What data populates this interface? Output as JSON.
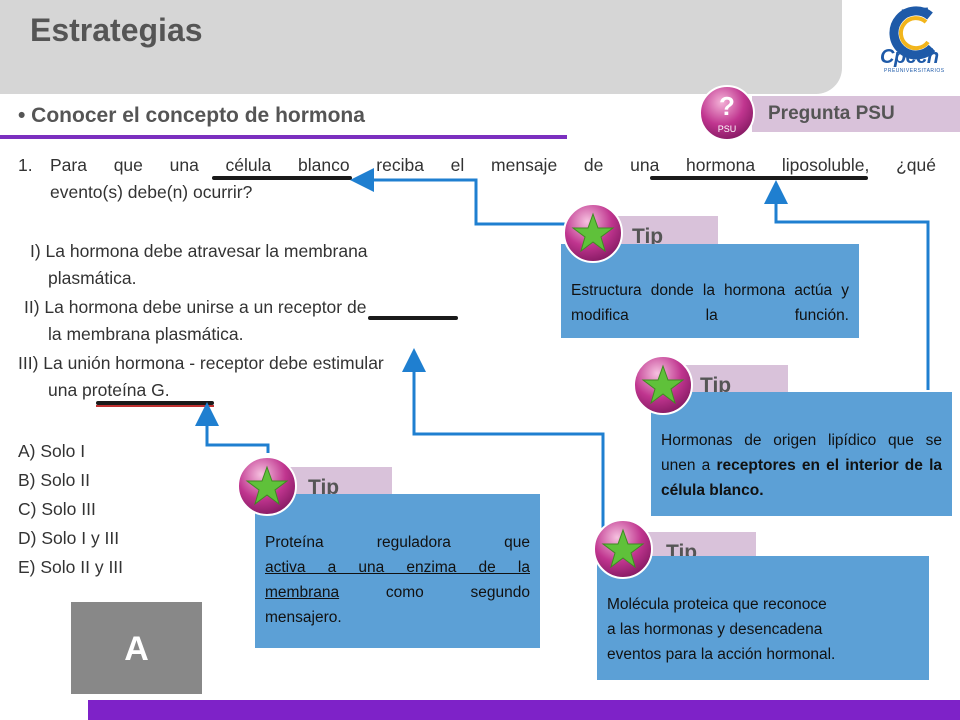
{
  "header": {
    "title": "Estrategias"
  },
  "logo": {
    "text": "Cpech",
    "subtext": "PREUNIVERSITARIOS"
  },
  "subtitle": "• Conocer  el concepto de hormona",
  "psu": {
    "label": "Pregunta PSU",
    "icon_text": "?",
    "icon_caption": "PSU"
  },
  "question": {
    "number": "1.",
    "line1": "Para que una célula blanco reciba el mensaje de una hormona liposoluble, ¿qué",
    "line2": "evento(s) debe(n) ocurrir?"
  },
  "statements": [
    {
      "line1": "I) La hormona debe atravesar la membrana",
      "line2": "plasmática."
    },
    {
      "line1": "II) La hormona debe unirse a un receptor de",
      "line2": "la membrana plasmática."
    },
    {
      "line1": "III) La unión hormona - receptor debe estimular",
      "line2": "una proteína G."
    }
  ],
  "options": [
    "A) Solo I",
    "B) Solo II",
    "C) Solo III",
    "D) Solo I y III",
    "E) Solo II y III"
  ],
  "answer": "A",
  "tips": [
    {
      "label": "Tip",
      "text": "Estructura donde la hormona actúa y modifica la función."
    },
    {
      "label": "Tip",
      "text_plain": "Hormonas de origen lipídico que se unen a ",
      "text_bold": "receptores en el interior de la célula blanco."
    },
    {
      "label": "Tip",
      "line1": "Proteína reguladora que",
      "line2": "activa a una enzima de la",
      "line3_u": "membrana",
      "line3_rest": " como segundo",
      "line4": "mensajero."
    },
    {
      "label": "Tip",
      "line1": "Molécula proteica que reconoce",
      "line2": "a las hormonas y desencadena",
      "line3": "eventos para la acción hormonal."
    }
  ],
  "colors": {
    "accent_purple": "#7e22c8",
    "tip_blue": "#5ca0d6",
    "tip_tab": "#d9c2da",
    "arrow_blue": "#1f7fd0",
    "star_green": "#5fc13a",
    "magenta": "#c0358f"
  }
}
